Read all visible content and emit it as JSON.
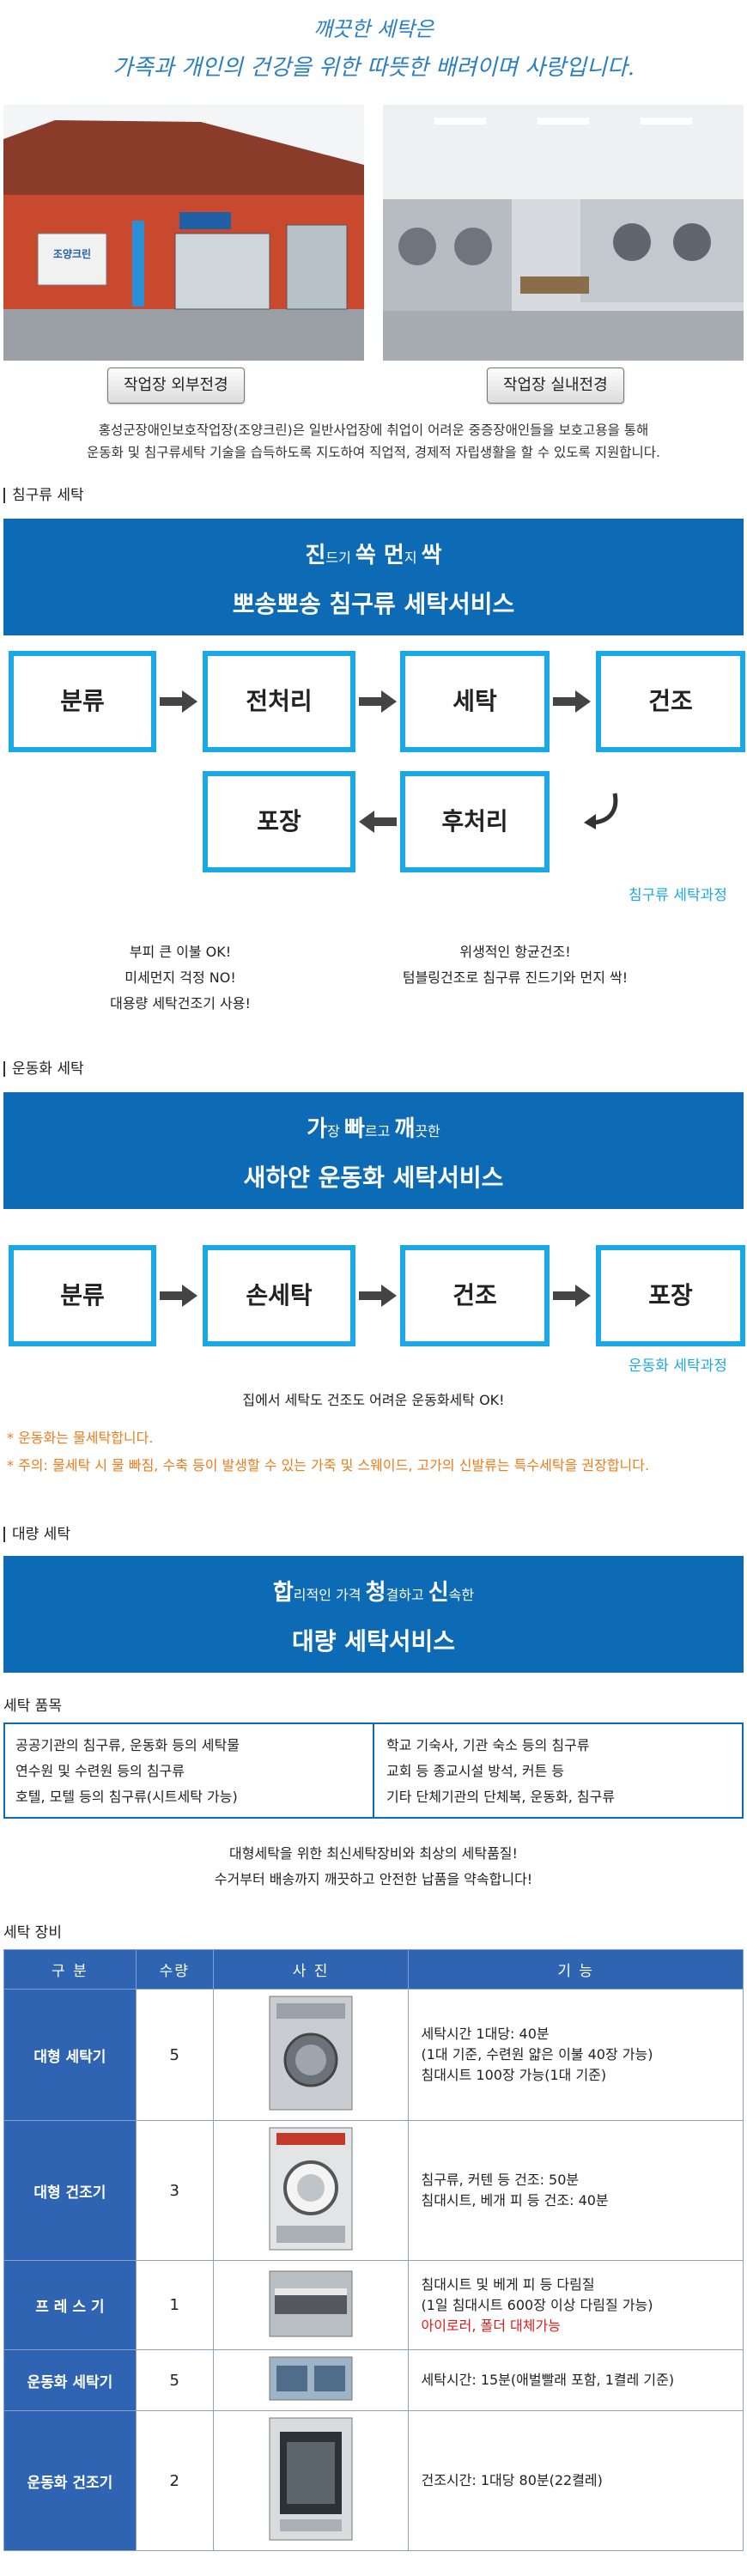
{
  "slogan": {
    "line1": "깨끗한 세탁은",
    "line2": "가족과 개인의 건강을 위한 따뜻한 배려이며 사랑입니다."
  },
  "photos": {
    "exterior_caption": "작업장 외부전경",
    "interior_caption": "작업장 실내전경",
    "sign_text": "조양크린"
  },
  "intro": {
    "line1": "홍성군장애인보호작업장(조양크린)은 일반사업장에 취업이 어려운 중증장애인들을 보호고용을 통해",
    "line2": "운동화 및 침구류세탁 기술을 습득하도록 지도하여 직업적, 경제적 자립생활을 할 수 있도록 지원합니다."
  },
  "bedding": {
    "label": "침구류 세탁",
    "banner_a1": "진",
    "banner_a2": "드기 ",
    "banner_a3": "쏙 ",
    "banner_a4": "먼",
    "banner_a5": "지 ",
    "banner_a6": "싹",
    "banner_line2": "뽀송뽀송 침구류 세탁서비스",
    "steps": [
      "분류",
      "전처리",
      "세탁",
      "건조",
      "포장",
      "후처리"
    ],
    "process_caption": "침구류 세탁과정",
    "left_notes": [
      "부피 큰 이불 OK!",
      "미세먼지 걱정 NO!",
      "대용량 세탁건조기 사용!"
    ],
    "right_notes": [
      "위생적인 항균건조!",
      "텀블링건조로 침구류 진드기와 먼지 싹!"
    ]
  },
  "shoes": {
    "label": "운동화 세탁",
    "banner_a1": "가",
    "banner_a2": "장 ",
    "banner_a3": "빠",
    "banner_a4": "르고 ",
    "banner_a5": "깨",
    "banner_a6": "끗한",
    "banner_line2": "새하얀 운동화 세탁서비스",
    "steps": [
      "분류",
      "손세탁",
      "건조",
      "포장"
    ],
    "process_caption": "운동화 세탁과정",
    "note": "집에서 세탁도 건조도 어려운 운동화세탁 OK!",
    "warn1": "* 운동화는 물세탁합니다.",
    "warn2": "* 주의: 물세탁 시 물 빠짐, 수축 등이 발생할 수 있는 가죽 및 스웨이드, 고가의 신발류는 특수세탁을 권장합니다."
  },
  "bulk": {
    "label": "대량 세탁",
    "banner_a1": "합",
    "banner_a2": "리적인 가격 ",
    "banner_a3": "청",
    "banner_a4": "결하고 ",
    "banner_a5": "신",
    "banner_a6": "속한",
    "banner_line2": "대량 세탁서비스",
    "items_title": "세탁 품목",
    "items_left": [
      "공공기관의 침구류, 운동화 등의 세탁물",
      "연수원 및 수련원 등의 침구류",
      "호텔, 모텔 등의 침구류(시트세탁 가능)"
    ],
    "items_right": [
      "학교 기숙사, 기관 숙소 등의 침구류",
      "교회 등 종교시설 방석, 커튼 등",
      "기타 단체기관의 단체복, 운동화, 침구류"
    ],
    "promise1": "대형세탁을 위한 최신세탁장비와 최상의 세탁품질!",
    "promise2": "수거부터 배송까지 깨끗하고 안전한 납품을 약속합니다!"
  },
  "equipment": {
    "title": "세탁 장비",
    "headers": [
      "구 분",
      "수량",
      "사 진",
      "기 능"
    ],
    "rows": [
      {
        "name": "대형 세탁기",
        "qty": "5",
        "fn1": "세탁시간 1대당: 40분",
        "fn2": "(1대 기준, 수련원 얇은 이불 40장 가능)",
        "fn3": "침대시트 100장 가능(1대 기준)"
      },
      {
        "name": "대형 건조기",
        "qty": "3",
        "fn1": "침구류, 커텐 등 건조: 50분",
        "fn2": "침대시트, 베개 피 등 건조: 40분"
      },
      {
        "name": "프 레 스 기",
        "qty": "1",
        "fn1": "침대시트 및 베게 피 등 다림질",
        "fn2": "(1일 침대시트 600장 이상 다림질 가능)",
        "fn3": "아이로러, 폴더 대체가능"
      },
      {
        "name": "운동화 세탁기",
        "qty": "5",
        "fn1": "세탁시간: 15분(애벌빨래 포함, 1켤레 기준)"
      },
      {
        "name": "운동화 건조기",
        "qty": "2",
        "fn1": "건조시간: 1대당 80분(22켤레)"
      }
    ]
  }
}
